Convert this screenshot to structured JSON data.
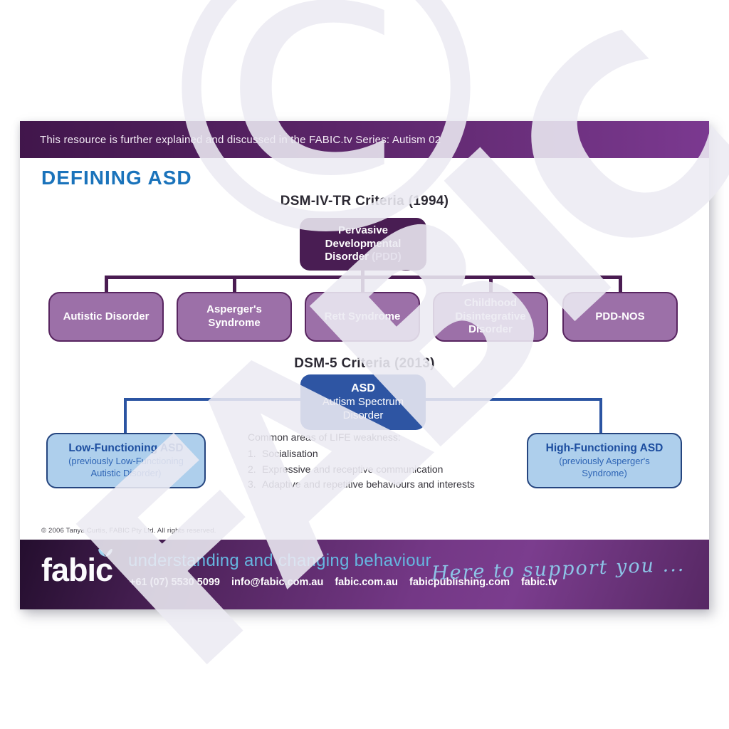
{
  "watermark": {
    "symbol": "©",
    "text": "FABIC"
  },
  "notice_bar": {
    "text": "This resource is further explained and discussed in the FABIC.tv Series:  Autism 02"
  },
  "title": "DEFINING ASD",
  "dsm_iv": {
    "heading": "DSM-IV-TR Criteria (1994)",
    "root_main": "Pervasive Developmental Disorder",
    "root_suffix": "(PDD)",
    "children": [
      "Autistic Disorder",
      "Asperger's Syndrome",
      "Rett Syndrome",
      "Childhood Disintegrative Disorder",
      "PDD-NOS"
    ]
  },
  "dsm_5": {
    "heading": "DSM-5 Criteria (2013)",
    "root_acronym": "ASD",
    "root_name": "Autism Spectrum Disorder",
    "low": {
      "title": "Low-Functioning ASD",
      "subtitle": "(previously Low-Functioning Autistic Disorder)"
    },
    "high": {
      "title": "High-Functioning ASD",
      "subtitle": "(previously Asperger's Syndrome)"
    },
    "weakness": {
      "intro": "Common areas of LIFE weakness:",
      "items": [
        {
          "num": "1.",
          "text": "Socialisation"
        },
        {
          "num": "2.",
          "text": "Expressive and receptive communication"
        },
        {
          "num": "3.",
          "text": "Adaptive and repetitive behaviours and interests"
        }
      ]
    }
  },
  "copyright": "© 2006 Tanya Curtis, FABIC Pty Ltd. All rights reserved.",
  "footer": {
    "logo": "fabic",
    "tagline": "understanding and changing behaviour",
    "contacts": [
      "+61 (07) 5530 5099",
      "info@fabic.com.au",
      "fabic.com.au",
      "fabicpublishing.com",
      "fabic.tv"
    ],
    "script": "Here to support you ..."
  },
  "colors": {
    "header_dark": "#41164b",
    "header_light": "#7b3990",
    "purple_box": "#9c70a8",
    "purple_line": "#4a1c52",
    "blue_box": "#2e55a3",
    "light_blue_box": "#aecfec",
    "accent_blue": "#1a73bb"
  }
}
